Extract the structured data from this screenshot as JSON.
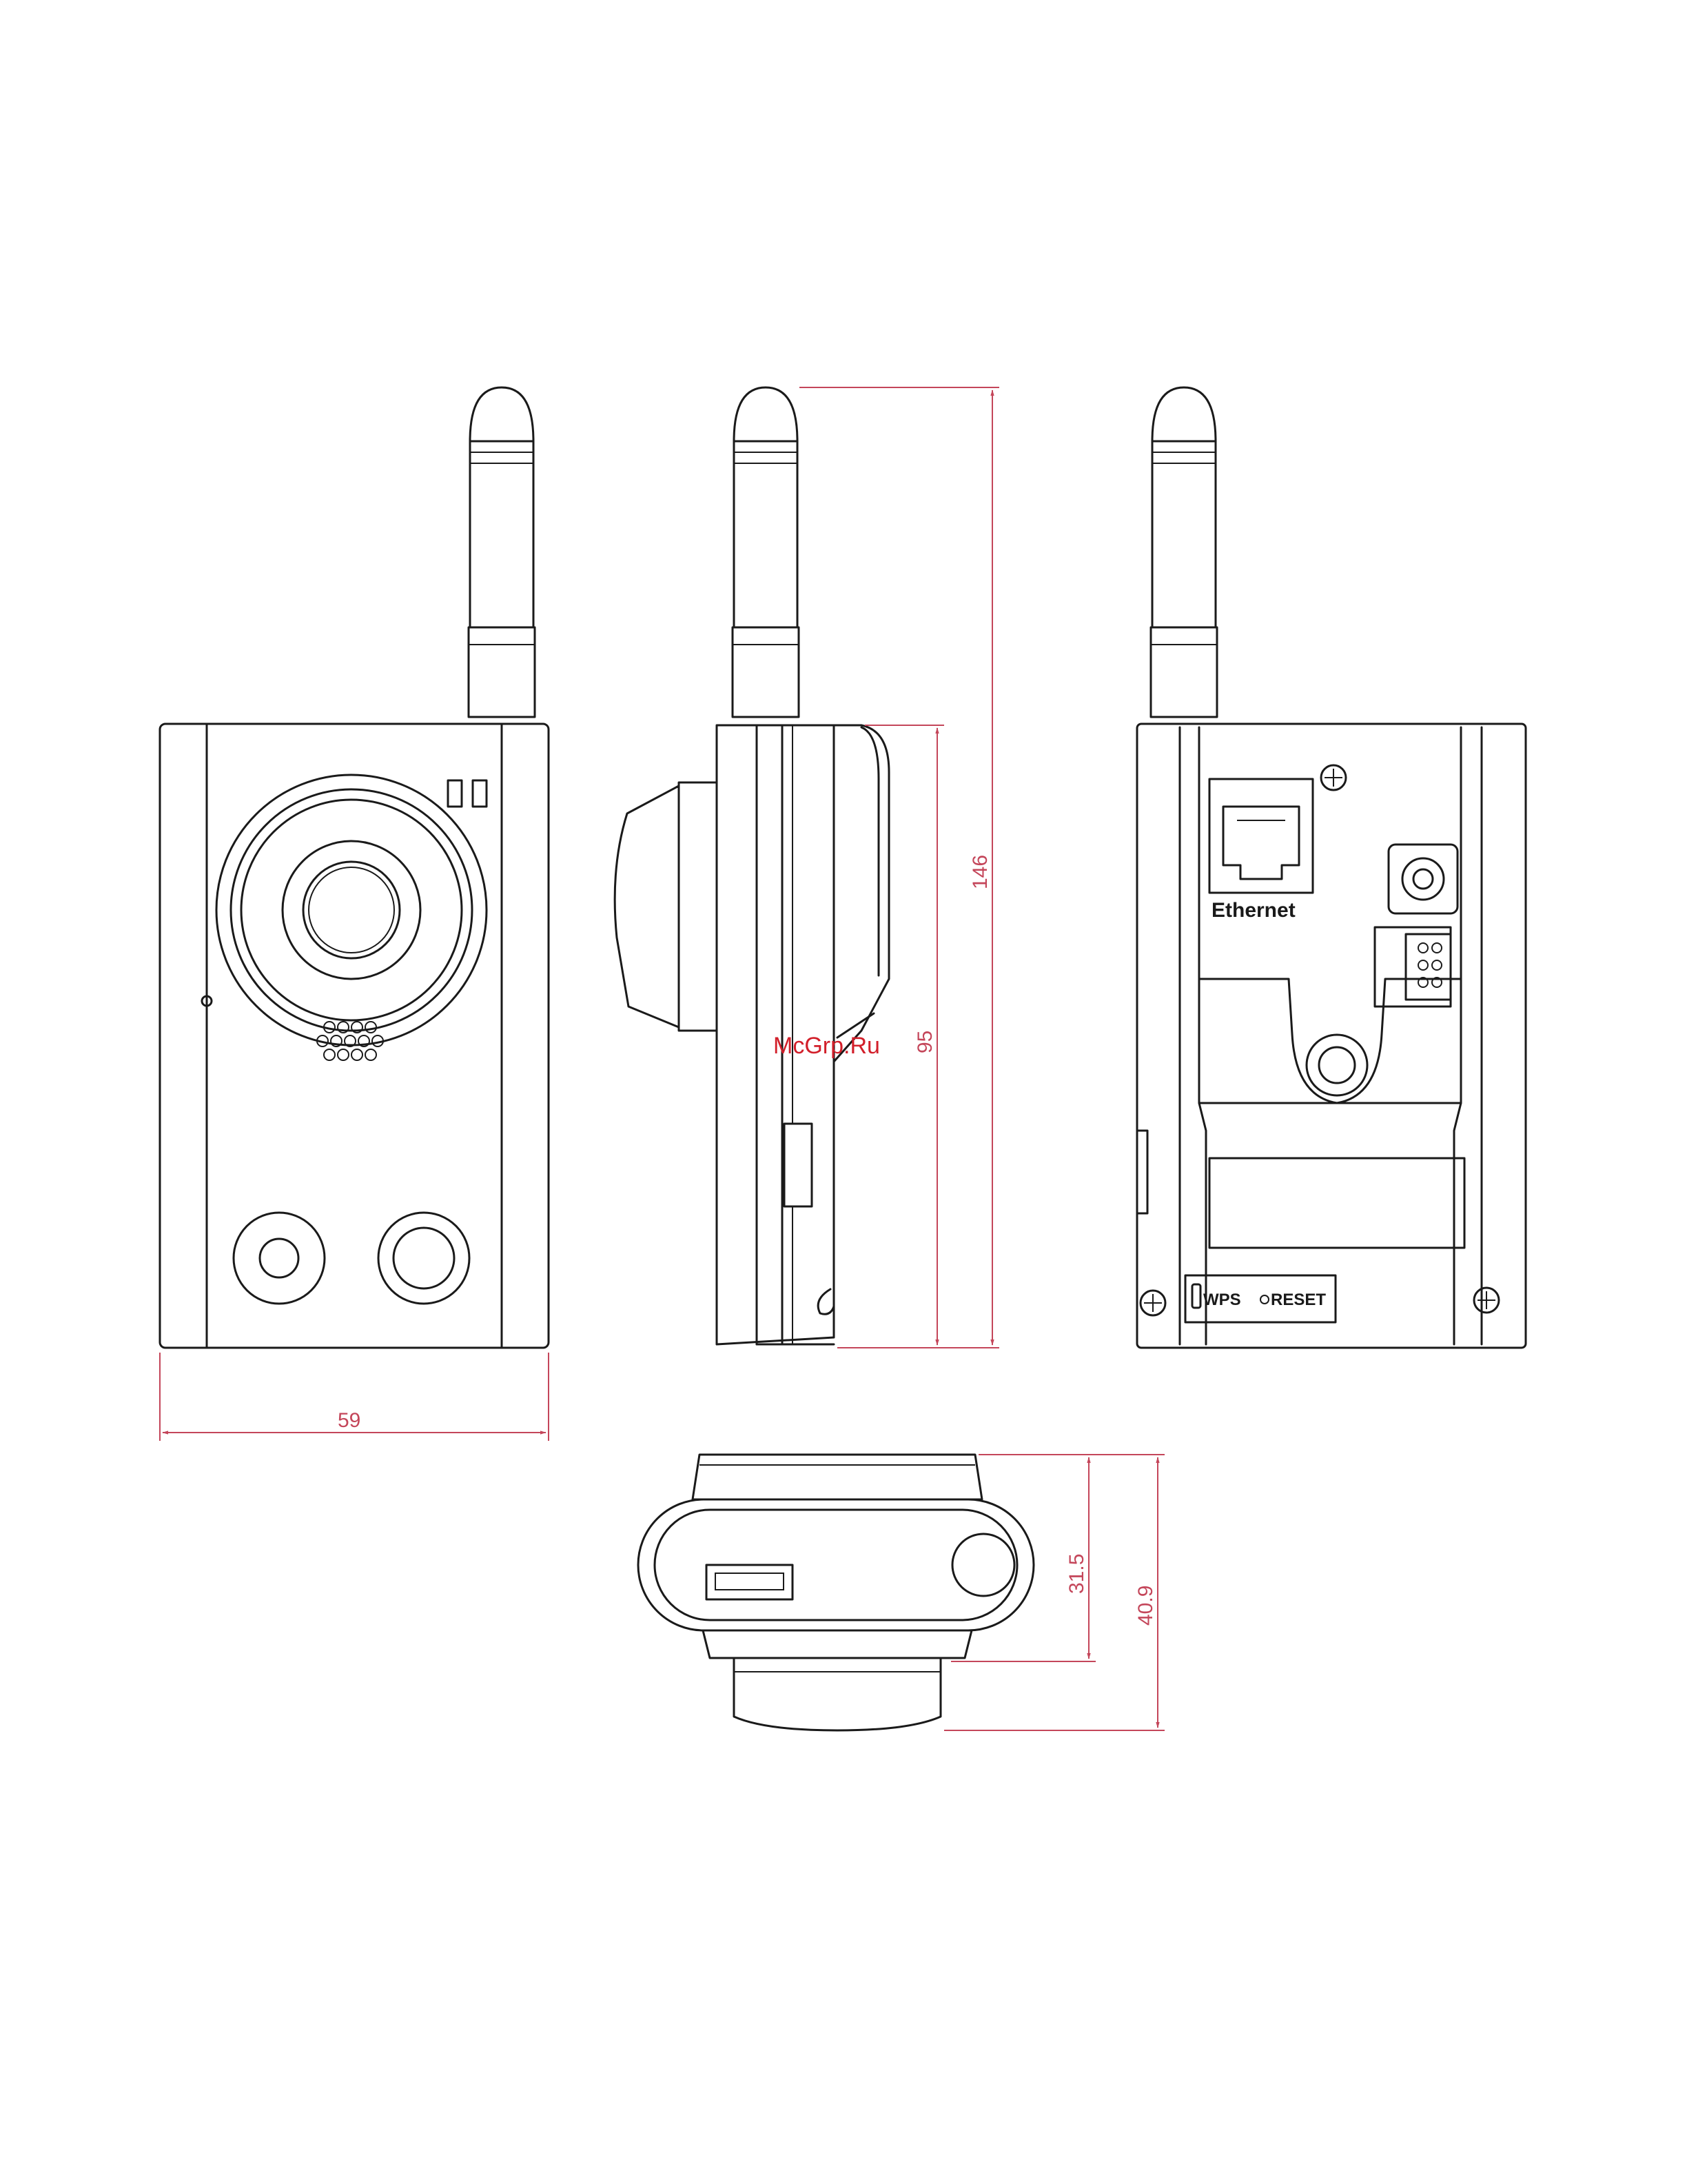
{
  "dimensions": {
    "width_front": "59",
    "height_total": "146",
    "height_body": "95",
    "depth_body": "31.5",
    "depth_total": "40.9"
  },
  "labels": {
    "ethernet": "Ethernet",
    "wps": "WPS",
    "reset": "RESET"
  },
  "watermark": "McGrp.Ru",
  "colors": {
    "dimension_line": "#c4465a",
    "watermark": "#d21f2a",
    "outline": "#1a1a1a"
  }
}
